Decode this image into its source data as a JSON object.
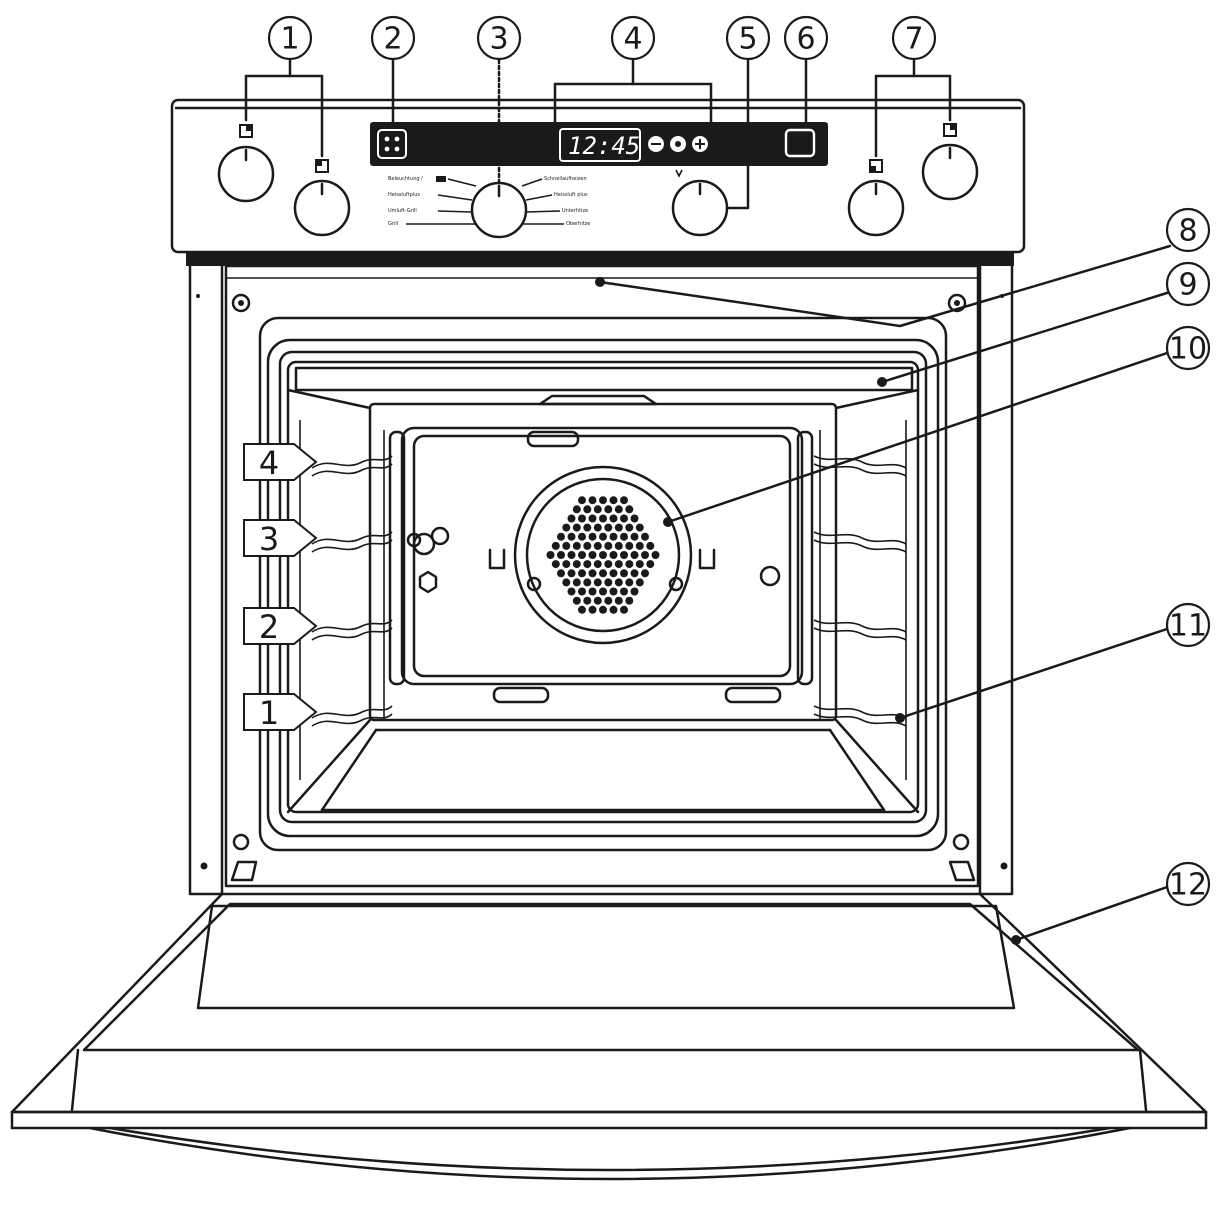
{
  "callouts": [
    {
      "label": "1"
    },
    {
      "label": "2"
    },
    {
      "label": "3"
    },
    {
      "label": "4"
    },
    {
      "label": "5"
    },
    {
      "label": "6"
    },
    {
      "label": "7"
    },
    {
      "label": "8"
    },
    {
      "label": "9"
    },
    {
      "label": "10"
    },
    {
      "label": "11"
    },
    {
      "label": "12"
    }
  ],
  "shelf_levels": [
    {
      "label": "4"
    },
    {
      "label": "3"
    },
    {
      "label": "2"
    },
    {
      "label": "1"
    }
  ],
  "display": {
    "time": "12:45"
  },
  "selector_labels": {
    "left": [
      "Beleuchtung /",
      "Heissluftplus",
      "Umluft-Grill",
      "Grill"
    ],
    "right": [
      "Schnellaufheizen",
      "Heissluft plus",
      "Unterhitze",
      "Oberhitze"
    ]
  }
}
